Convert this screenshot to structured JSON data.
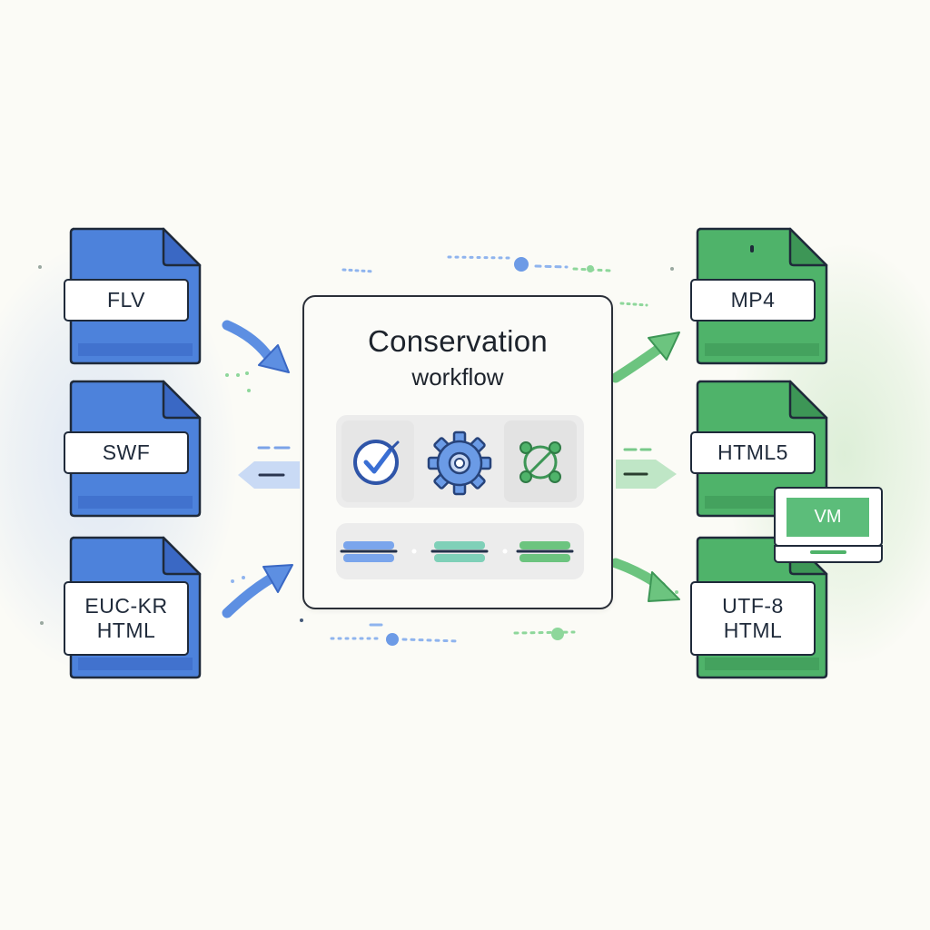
{
  "sources": [
    {
      "label": "FLV"
    },
    {
      "label": "SWF"
    },
    {
      "label": "EUC-KR HTML"
    }
  ],
  "targets": [
    {
      "label": "MP4"
    },
    {
      "label": "HTML5"
    },
    {
      "label": "UTF-8 HTML"
    }
  ],
  "workflow": {
    "title": "Conservation",
    "subtitle": "workflow",
    "icons": [
      "check-circle-icon",
      "gear-icon",
      "node-graph-icon"
    ]
  },
  "vm_badge": {
    "label": "VM"
  },
  "colors": {
    "source_blue": "#4d82db",
    "source_blue_dark": "#3a68c4",
    "target_green": "#4fb36a",
    "target_green_dark": "#3d9656",
    "outline": "#1f2a3a",
    "background": "#fbfbf6"
  }
}
